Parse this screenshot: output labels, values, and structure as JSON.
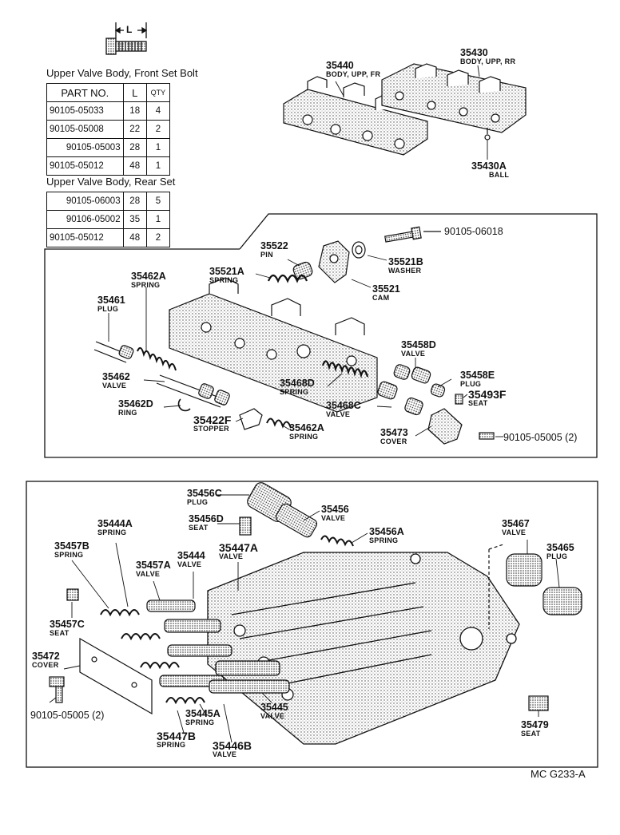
{
  "bolt_dimension_label": "L",
  "front_table": {
    "title": "Upper Valve Body, Front Set Bolt",
    "headers": {
      "part_no": "PART NO.",
      "l": "L",
      "qty": "QTY"
    },
    "rows": [
      {
        "part_no": "90105-05033",
        "l": "18",
        "qty": "4"
      },
      {
        "part_no": "90105-05008",
        "l": "22",
        "qty": "2"
      },
      {
        "part_no": "90105-05003",
        "l": "28",
        "qty": "1"
      },
      {
        "part_no": "90105-05012",
        "l": "48",
        "qty": "1"
      }
    ]
  },
  "rear_table": {
    "title": "Upper Valve Body, Rear Set",
    "rows": [
      {
        "part_no": "90105-06003",
        "l": "28",
        "qty": "5"
      },
      {
        "part_no": "90106-05002",
        "l": "35",
        "qty": "1"
      },
      {
        "part_no": "90105-05012",
        "l": "48",
        "qty": "2"
      }
    ]
  },
  "callouts": {
    "p35440": {
      "num": "35440",
      "sub": "BODY, UPP, FR"
    },
    "p35430": {
      "num": "35430",
      "sub": "BODY, UPP, RR"
    },
    "p35430a": {
      "num": "35430A",
      "sub": "BALL"
    },
    "p90105_06018": {
      "num": "90105-06018",
      "sub": ""
    },
    "p35522": {
      "num": "35522",
      "sub": "PIN"
    },
    "p35521b": {
      "num": "35521B",
      "sub": "WASHER"
    },
    "p35521a": {
      "num": "35521A",
      "sub": "SPRING"
    },
    "p35521": {
      "num": "35521",
      "sub": "CAM"
    },
    "p35462a_top": {
      "num": "35462A",
      "sub": "SPRING"
    },
    "p35461": {
      "num": "35461",
      "sub": "PLUG"
    },
    "p35458d": {
      "num": "35458D",
      "sub": "VALVE"
    },
    "p35462": {
      "num": "35462",
      "sub": "VALVE"
    },
    "p35468d": {
      "num": "35468D",
      "sub": "SPRING"
    },
    "p35458e": {
      "num": "35458E",
      "sub": "PLUG"
    },
    "p35493f": {
      "num": "35493F",
      "sub": "SEAT"
    },
    "p35462d": {
      "num": "35462D",
      "sub": "RING"
    },
    "p35468c": {
      "num": "35468C",
      "sub": "VALVE"
    },
    "p35422f": {
      "num": "35422F",
      "sub": "STOPPER"
    },
    "p35462a_bot": {
      "num": "35462A",
      "sub": "SPRING"
    },
    "p35473": {
      "num": "35473",
      "sub": "COVER"
    },
    "p90105_05005_top": {
      "num": "90105-05005 (2)",
      "sub": ""
    },
    "p35456c": {
      "num": "35456C",
      "sub": "PLUG"
    },
    "p35456": {
      "num": "35456",
      "sub": "VALVE"
    },
    "p35456d": {
      "num": "35456D",
      "sub": "SEAT"
    },
    "p35444a": {
      "num": "35444A",
      "sub": "SPRING"
    },
    "p35456a": {
      "num": "35456A",
      "sub": "SPRING"
    },
    "p35467": {
      "num": "35467",
      "sub": "VALVE"
    },
    "p35465": {
      "num": "35465",
      "sub": "PLUG"
    },
    "p35457b": {
      "num": "35457B",
      "sub": "SPRING"
    },
    "p35447a": {
      "num": "35447A",
      "sub": "VALVE"
    },
    "p35444": {
      "num": "35444",
      "sub": "VALVE"
    },
    "p35457a": {
      "num": "35457A",
      "sub": "VALVE"
    },
    "p35457c": {
      "num": "35457C",
      "sub": "SEAT"
    },
    "p35472": {
      "num": "35472",
      "sub": "COVER"
    },
    "p90105_05005_bot": {
      "num": "90105-05005 (2)",
      "sub": ""
    },
    "p35445a": {
      "num": "35445A",
      "sub": "SPRING"
    },
    "p35445": {
      "num": "35445",
      "sub": "VALVE"
    },
    "p35447b": {
      "num": "35447B",
      "sub": "SPRING"
    },
    "p35446b": {
      "num": "35446B",
      "sub": "VALVE"
    },
    "p35479": {
      "num": "35479",
      "sub": "SEAT"
    }
  },
  "figure_ref": "MC G233-A"
}
